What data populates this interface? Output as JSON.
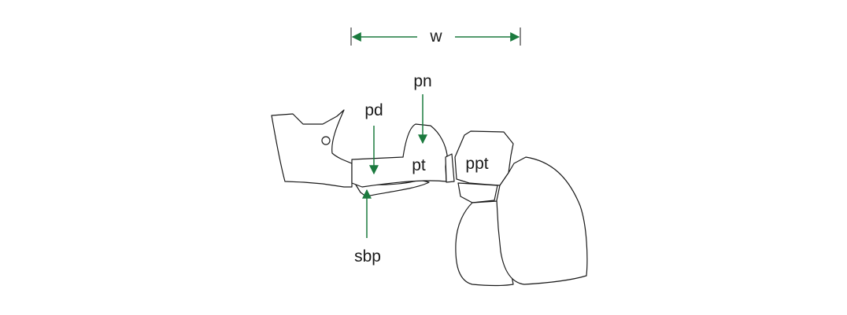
{
  "colors": {
    "arrow": "#1b7a3e",
    "outline": "#1a1a1a",
    "background": "#ffffff"
  },
  "labels": {
    "width": "w",
    "pn": "pn",
    "pd": "pd",
    "pt": "pt",
    "ppt": "ppt",
    "sbp": "sbp"
  }
}
